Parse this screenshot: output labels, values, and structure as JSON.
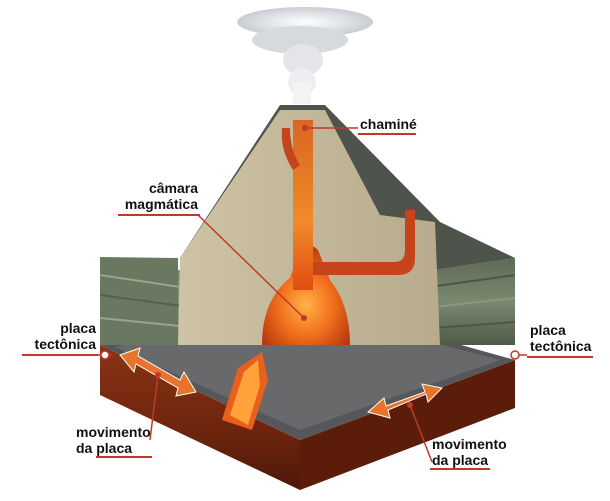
{
  "labels": {
    "chimney": "chaminé",
    "magma_chamber_line1": "câmara",
    "magma_chamber_line2": "magmática",
    "plate_left_line1": "placa",
    "plate_left_line2": "tectônica",
    "plate_right_line1": "placa",
    "plate_right_line2": "tectônica",
    "movement_left_line1": "movimento",
    "movement_left_line2": "da placa",
    "movement_right_line1": "movimento",
    "movement_right_line2": "da placa"
  },
  "colors": {
    "leader_line": "#c0392b",
    "magma": "#e8601c",
    "rock_top": "#5a5a58",
    "soil": "#7a2c12",
    "strata": "#7d8a6e",
    "arrow": "#e8732a"
  }
}
